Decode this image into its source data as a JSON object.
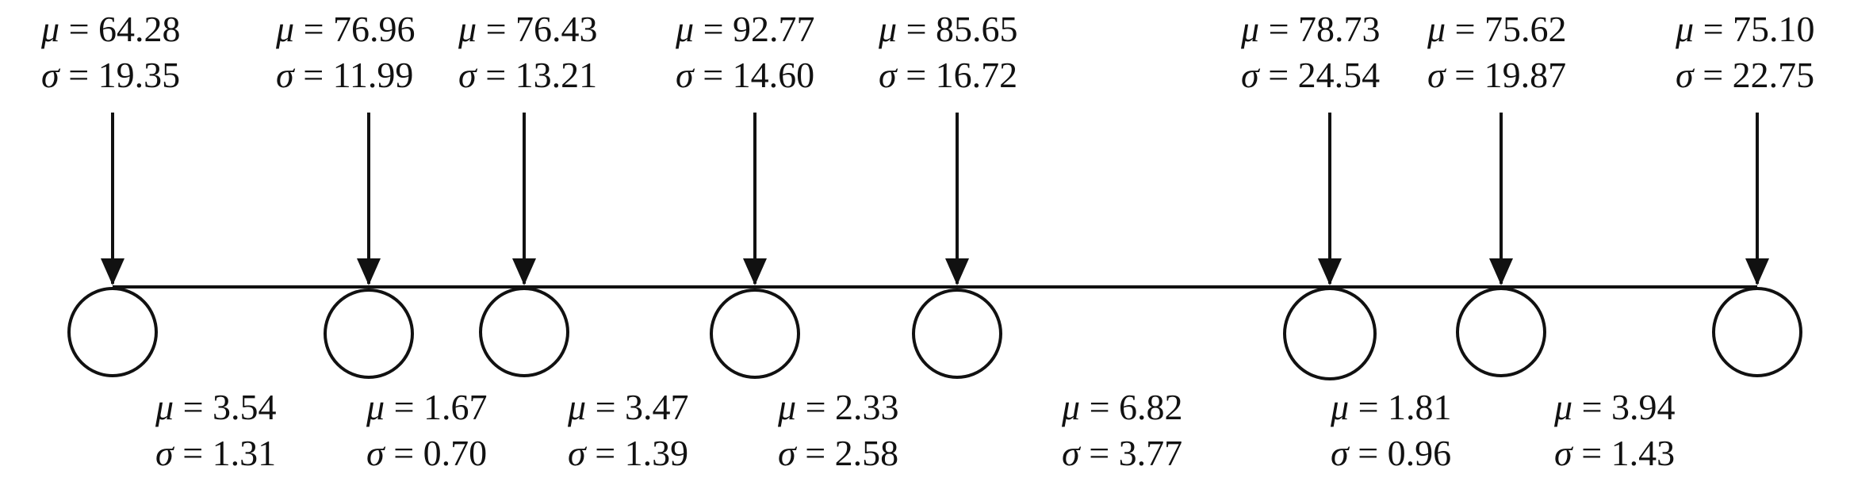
{
  "top_labels": [
    {
      "mu_symbol": "μ",
      "sigma_symbol": "σ",
      "mu": "64.28",
      "sigma": "19.35"
    },
    {
      "mu_symbol": "μ",
      "sigma_symbol": "σ",
      "mu": "76.96",
      "sigma": "11.99"
    },
    {
      "mu_symbol": "μ",
      "sigma_symbol": "σ",
      "mu": "76.43",
      "sigma": "13.21"
    },
    {
      "mu_symbol": "μ",
      "sigma_symbol": "σ",
      "mu": "92.77",
      "sigma": "14.60"
    },
    {
      "mu_symbol": "μ",
      "sigma_symbol": "σ",
      "mu": "85.65",
      "sigma": "16.72"
    },
    {
      "mu_symbol": "μ",
      "sigma_symbol": "σ",
      "mu": "78.73",
      "sigma": "24.54"
    },
    {
      "mu_symbol": "μ",
      "sigma_symbol": "σ",
      "mu": "75.62",
      "sigma": "19.87"
    },
    {
      "mu_symbol": "μ",
      "sigma_symbol": "σ",
      "mu": "75.10",
      "sigma": "22.75"
    }
  ],
  "bottom_labels": [
    {
      "mu_symbol": "μ",
      "sigma_symbol": "σ",
      "mu": "3.54",
      "sigma": "1.31"
    },
    {
      "mu_symbol": "μ",
      "sigma_symbol": "σ",
      "mu": "1.67",
      "sigma": "0.70"
    },
    {
      "mu_symbol": "μ",
      "sigma_symbol": "σ",
      "mu": "3.47",
      "sigma": "1.39"
    },
    {
      "mu_symbol": "μ",
      "sigma_symbol": "σ",
      "mu": "2.33",
      "sigma": "2.58"
    },
    {
      "mu_symbol": "μ",
      "sigma_symbol": "σ",
      "mu": "6.82",
      "sigma": "3.77"
    },
    {
      "mu_symbol": "μ",
      "sigma_symbol": "σ",
      "mu": "1.81",
      "sigma": "0.96"
    },
    {
      "mu_symbol": "μ",
      "sigma_symbol": "σ",
      "mu": "3.94",
      "sigma": "1.43"
    }
  ],
  "colors": {
    "stroke": "#111111",
    "background": "#ffffff"
  }
}
